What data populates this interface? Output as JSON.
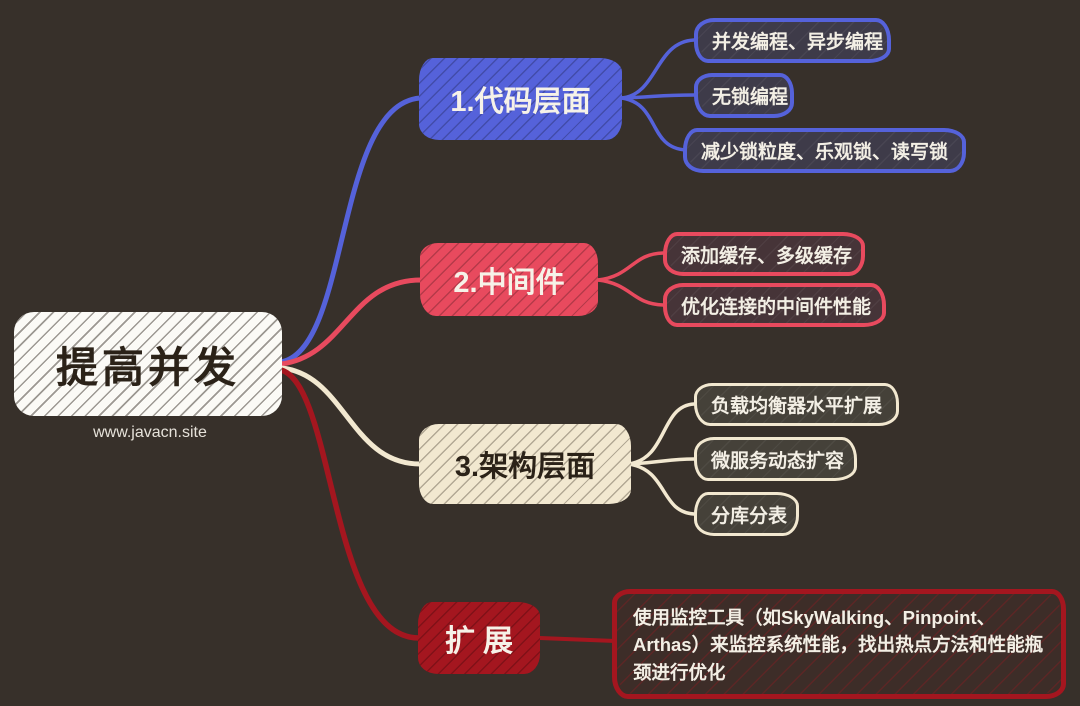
{
  "colors": {
    "bg": "#37302a",
    "branch0": "#5562da",
    "branch1": "#e84a5e",
    "branch2": "#f2e8d0",
    "branch3": "#a4161f",
    "rootFill": "#fbfaf6",
    "ink": "#2b2218",
    "textLight": "#f6f2e8"
  },
  "root": {
    "label": "提高并发",
    "watermark": "www.javacn.site"
  },
  "branches": [
    {
      "label": "1.代码层面",
      "children": [
        "并发编程、异步编程",
        "无锁编程",
        "减少锁粒度、乐观锁、读写锁"
      ]
    },
    {
      "label": "2.中间件",
      "children": [
        "添加缓存、多级缓存",
        "优化连接的中间件性能"
      ]
    },
    {
      "label": "3.架构层面",
      "children": [
        "负载均衡器水平扩展",
        "微服务动态扩容",
        "分库分表"
      ]
    },
    {
      "label": "扩展",
      "children": [
        "使用监控工具（如SkyWalking、Pinpoint、Arthas）来监控系统性能，找出热点方法和性能瓶颈进行优化"
      ]
    }
  ]
}
